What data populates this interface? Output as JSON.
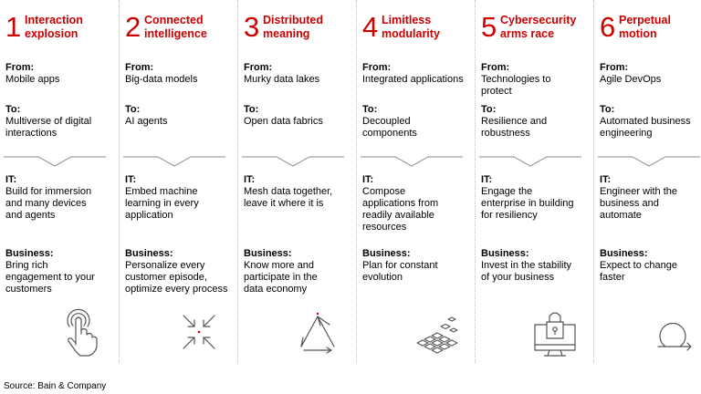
{
  "source": "Source: Bain & Company",
  "columns": [
    {
      "number": "1",
      "title": "Interaction\nexplosion",
      "from_label": "From:",
      "from": "Mobile apps",
      "to_label": "To:",
      "to": "Multiverse of digital\ninteractions",
      "it_label": "IT:",
      "it": "Build for immersion\nand many devices\nand agents",
      "business_label": "Business:",
      "business": "Bring rich\nengagement to your\ncustomers",
      "icon": "touch-hand-icon"
    },
    {
      "number": "2",
      "title": "Connected\nintelligence",
      "from_label": "From:",
      "from": "Big-data models",
      "to_label": "To:",
      "to": "AI agents",
      "it_label": "IT:",
      "it": "Embed machine\nlearning in every\napplication",
      "business_label": "Business:",
      "business": "Personalize every\ncustomer episode,\noptimize every process",
      "icon": "converging-arrows-icon"
    },
    {
      "number": "3",
      "title": "Distributed\nmeaning",
      "from_label": "From:",
      "from": "Murky data lakes",
      "to_label": "To:",
      "to": "Open data fabrics",
      "it_label": "IT:",
      "it": "Mesh data together,\nleave it where it is",
      "business_label": "Business:",
      "business": "Know more and\nparticipate in the\ndata economy",
      "icon": "triangle-cycle-icon"
    },
    {
      "number": "4",
      "title": "Limitless\nmodularity",
      "from_label": "From:",
      "from": "Integrated applications",
      "to_label": "To:",
      "to": "Decoupled\ncomponents",
      "it_label": "IT:",
      "it": "Compose\napplications from\nreadily available\nresources",
      "business_label": "Business:",
      "business": "Plan for constant\nevolution",
      "icon": "modular-blocks-icon"
    },
    {
      "number": "5",
      "title": "Cybersecurity\narms race",
      "from_label": "From:",
      "from": "Technologies to\nprotect",
      "to_label": "To:",
      "to": "Resilience and\nrobustness",
      "it_label": "IT:",
      "it": "Engage the\nenterprise in building\nfor resiliency",
      "business_label": "Business:",
      "business": "Invest in the stability\nof your business",
      "icon": "locked-monitor-icon"
    },
    {
      "number": "6",
      "title": "Perpetual\nmotion",
      "from_label": "From:",
      "from": "Agile DevOps",
      "to_label": "To:",
      "to": "Automated business\nengineering",
      "it_label": "IT:",
      "it": "Engineer with the\nbusiness and\nautomate",
      "business_label": "Business:",
      "business": "Expect to change\nfaster",
      "icon": "loop-arrow-icon"
    }
  ]
}
